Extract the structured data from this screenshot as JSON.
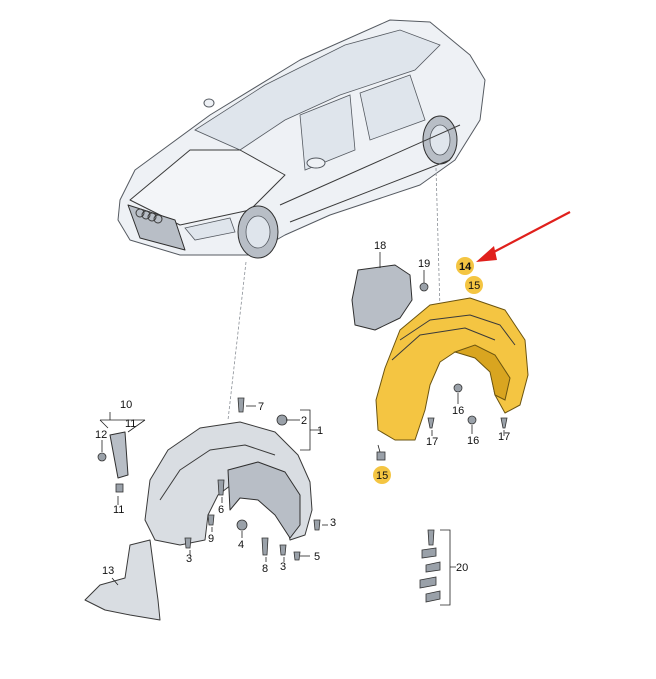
{
  "callouts": {
    "c1": "1",
    "c2": "2",
    "c3a": "3",
    "c3b": "3",
    "c3c": "3",
    "c4": "4",
    "c5": "5",
    "c6": "6",
    "c7": "7",
    "c8": "8",
    "c9": "9",
    "c10": "10",
    "c11a": "11",
    "c11b": "11",
    "c12": "12",
    "c13": "13",
    "c14": "14",
    "c15a": "15",
    "c15b": "15",
    "c16a": "16",
    "c16b": "16",
    "c17a": "17",
    "c17b": "17",
    "c18": "18",
    "c19": "19",
    "c20": "20"
  },
  "colors": {
    "highlight": "#f4c542",
    "arrow": "#e0201c",
    "part": "#d9dde2"
  }
}
